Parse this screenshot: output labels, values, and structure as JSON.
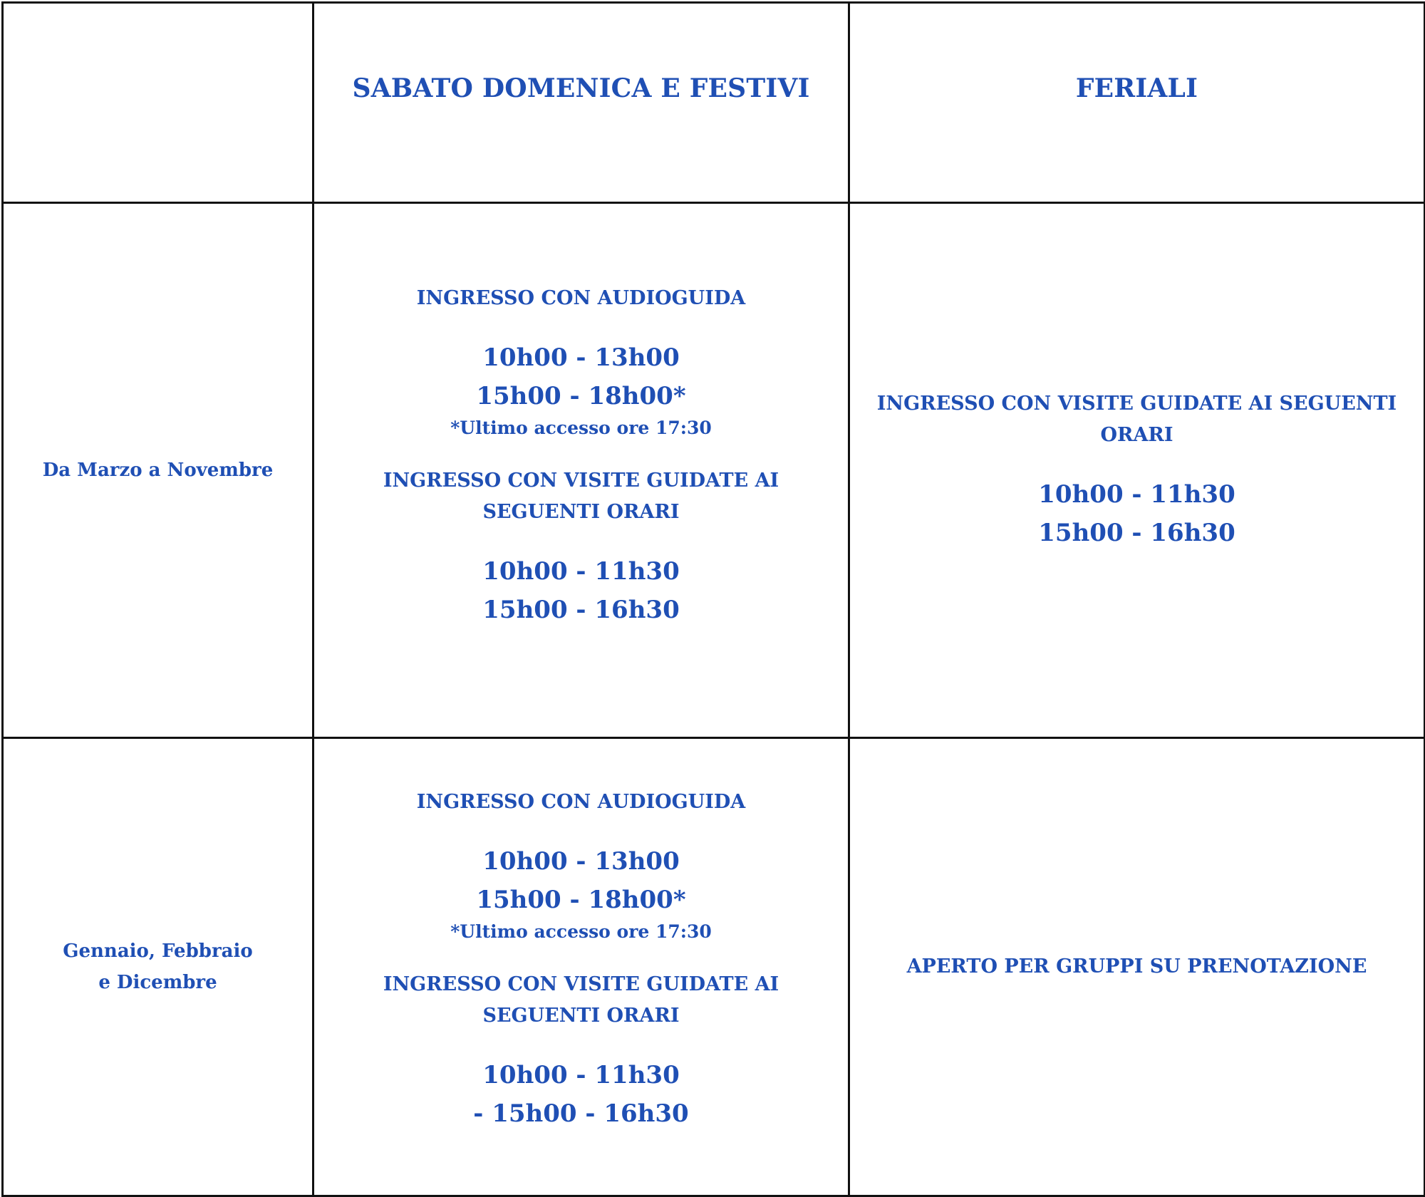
{
  "header": {
    "weekend": "SABATO DOMENICA E FESTIVI",
    "weekday": "FERIALI"
  },
  "rows": [
    {
      "period": "Da Marzo a Novembre",
      "weekend": {
        "audio_label": "INGRESSO CON AUDIOGUIDA",
        "audio_time_1": "10h00 - 13h00",
        "audio_time_2": "15h00 - 18h00*",
        "note": "*Ultimo accesso ore 17:30",
        "guided_label": "INGRESSO CON VISITE GUIDATE AI SEGUENTI ORARI",
        "guided_time_1": "10h00 - 11h30",
        "guided_time_2": "15h00 -  16h30"
      },
      "weekday": {
        "guided_label": "INGRESSO CON VISITE GUIDATE AI SEGUENTI ORARI",
        "guided_time_1": "10h00 - 11h30",
        "guided_time_2": "15h00 -  16h30"
      }
    },
    {
      "period": "Gennaio, Febbraio e Dicembre",
      "weekend": {
        "audio_label": "INGRESSO CON AUDIOGUIDA",
        "audio_time_1": "10h00 - 13h00",
        "audio_time_2": "15h00 - 18h00*",
        "note": "*Ultimo accesso ore 17:30",
        "guided_label": "INGRESSO CON VISITE GUIDATE AI SEGUENTI ORARI",
        "guided_time_1": "10h00 - 11h30",
        "guided_time_2": "- 15h00 -  16h30"
      },
      "weekday": {
        "text": "APERTO PER GRUPPI SU PRENOTAZIONE"
      }
    }
  ]
}
